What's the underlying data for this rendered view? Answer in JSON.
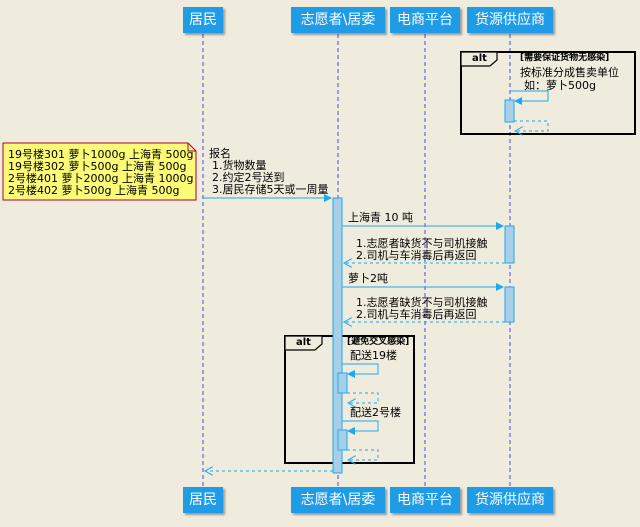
{
  "participants": [
    "居民",
    "志愿者\\居委",
    "电商平台",
    "货源供应商"
  ],
  "alt_blocks": [
    {
      "keyword": "alt",
      "guard": "[需要保证货物无感染]"
    },
    {
      "keyword": "alt",
      "guard": "[避免交叉感染]"
    }
  ],
  "note_lines": [
    "19号楼301 萝卜1000g 上海青 500g",
    "19号楼302 萝卜500g 上海青 500g",
    "2号楼401 萝卜2000g 上海青 1000g",
    "2号楼402 萝卜500g 上海青 500g"
  ],
  "messages": {
    "supplier_self": [
      "按标准分成售卖单位",
      "如：萝卜500g"
    ],
    "register": [
      "报名",
      "1.货物数量",
      "2.约定2号送到",
      "3.居民存储5天或一周量"
    ],
    "order_greens": "上海青 10 吨",
    "reply_greens": [
      "1.志愿者缺货不与司机接触",
      "2.司机与车消毒后再返回"
    ],
    "order_radish": "萝卜2吨",
    "reply_radish": [
      "1.志愿者缺货不与司机接触",
      "2.司机与车消毒后再返回"
    ],
    "deliver_19": "配送19楼",
    "deliver_2": "配送2号楼"
  },
  "colors": {
    "actor_bg": "#1e9ce8",
    "lifeline": "#4a4ae8",
    "arrow": "#1ea8f0",
    "activation": "#a8cfe8",
    "note_bg": "#fbfb77",
    "background": "#efebdd"
  }
}
